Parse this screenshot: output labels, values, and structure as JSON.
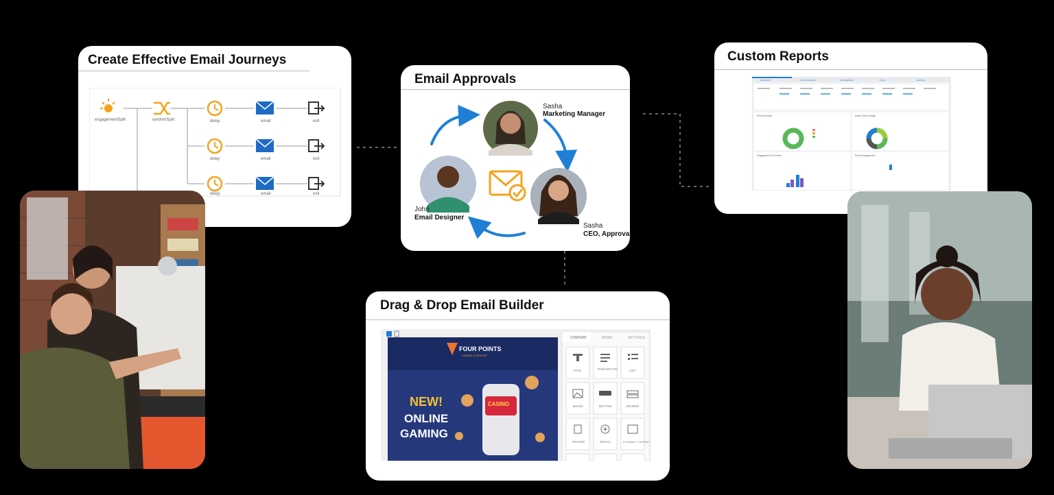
{
  "journeys": {
    "title": "Create Effective Email Journeys",
    "nodes": {
      "start": "engagementSplit",
      "split": "randomSplit",
      "delay": "delay",
      "email": "email",
      "exit": "exit"
    }
  },
  "approvals": {
    "title": "Email Approvals",
    "people": [
      {
        "name": "Sasha",
        "role": "Marketing Manager"
      },
      {
        "name": "John",
        "role": "Email Designer"
      },
      {
        "name": "Sasha",
        "role": "CEO, Approval"
      }
    ]
  },
  "reports": {
    "title": "Custom Reports",
    "tabs": [
      "SUMMARY",
      "CLICK OVERLAY",
      "ISP DELIVERY",
      "LINKS",
      "DETAILS"
    ],
    "panels": [
      "Email Delivery",
      "Email Client Usage",
      "Engagement by Device",
      "Email Engagement"
    ]
  },
  "builder": {
    "title": "Drag & Drop Email Builder",
    "brand_line1": "FOUR POINTS",
    "brand_line2": "CASINO & RESORT",
    "promo": [
      "NEW!",
      "ONLINE",
      "GAMING"
    ],
    "casino_sign": "CASINO",
    "panel_tabs": [
      "CONTENT",
      "ROWS",
      "SETTINGS"
    ],
    "blocks": [
      "TITLE",
      "PARAGRA PH",
      "LIST",
      "IMAGE",
      "BUTTON",
      "DIVIDER",
      "SPACER",
      "SOCIAL",
      "DYNAMIC CONTENT"
    ]
  },
  "colors": {
    "accent_blue": "#1f7fd6",
    "accent_orange": "#f4a31c",
    "email_navy": "#1c2f6e"
  }
}
